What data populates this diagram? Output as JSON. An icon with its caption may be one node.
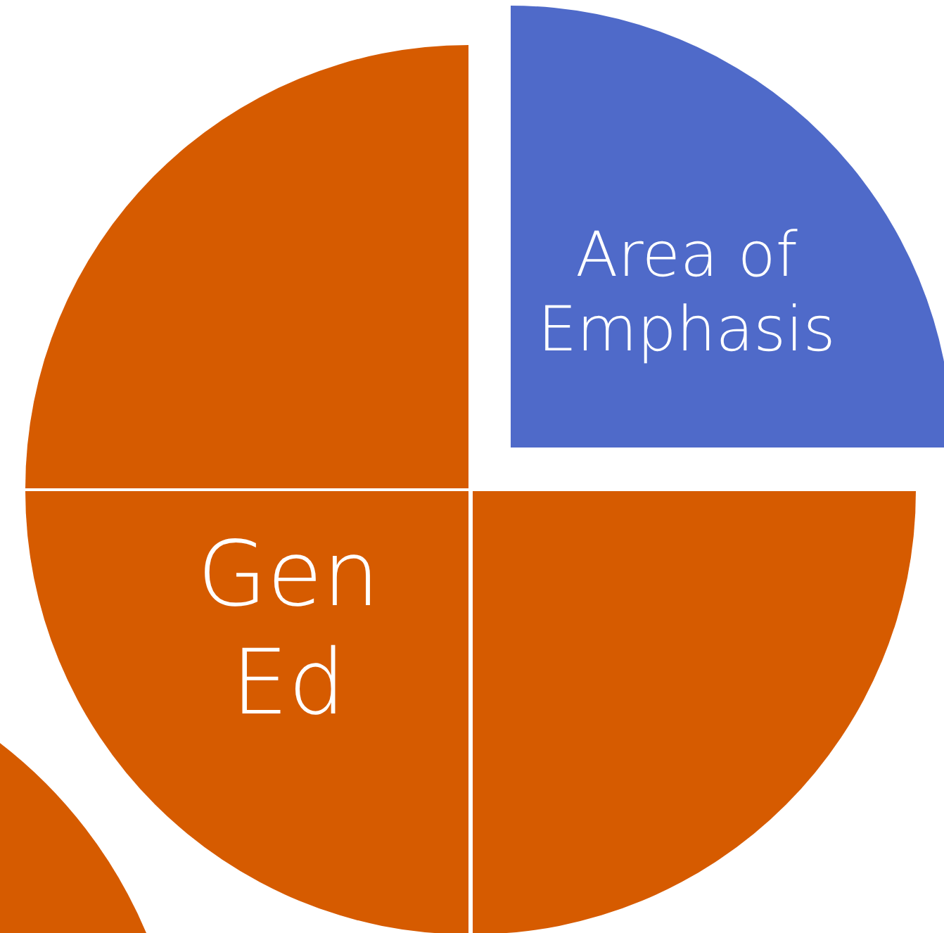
{
  "diagram": {
    "nodes": [
      {
        "text": [],
        "shape": "sector"
      },
      {
        "text": [
          "Area of Emphasis"
        ]
      },
      {
        "text": [
          "Gen Ed"
        ]
      },
      {
        "text": [],
        "shape": "sector"
      },
      {
        "text": [],
        "shape": "sector"
      }
    ]
  }
}
